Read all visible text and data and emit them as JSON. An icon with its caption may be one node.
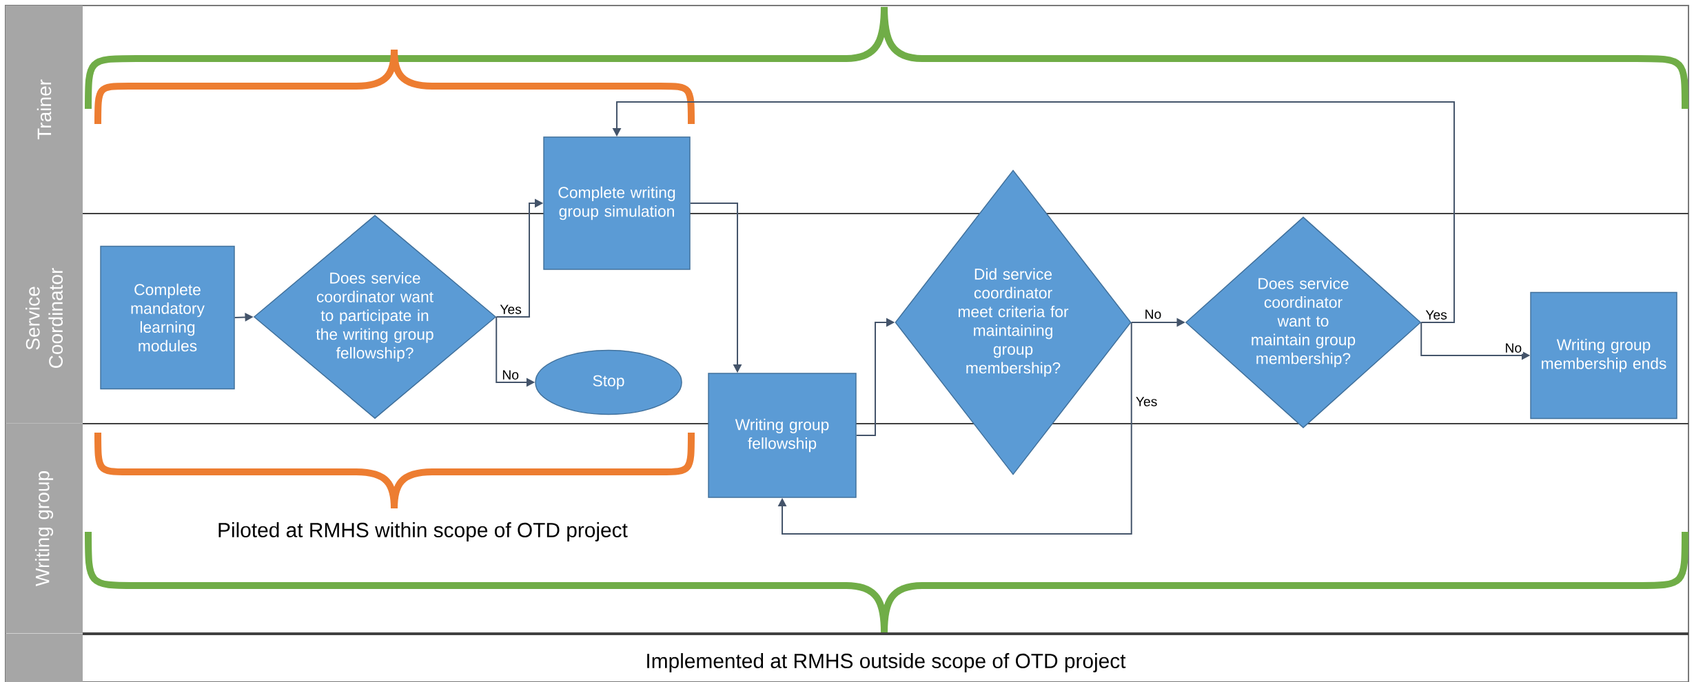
{
  "diagram": {
    "nodes": [
      {
        "text": [
          "Trainer"
        ]
      },
      {
        "text": [
          "Service Coordinator"
        ]
      },
      {
        "text": [
          "Writing group"
        ]
      },
      {
        "text": [],
        "shape": "box"
      },
      {
        "text": [
          "Complete mandatory learning modules"
        ]
      },
      {
        "text": [
          "Does service coordinator want to participate in the writing group fellowship?"
        ]
      },
      {
        "text": [
          "Complete writing group simulation"
        ]
      },
      {
        "text": [
          "Stop"
        ]
      },
      {
        "text": [
          "Writing group fellowship"
        ]
      },
      {
        "text": [
          "Did service coordinator meet criteria for maintaining group membership?"
        ]
      },
      {
        "text": [
          "Does service coordinator want to maintain group membership?"
        ]
      },
      {
        "text": [
          "Writing group membership ends"
        ]
      }
    ],
    "edges": [
      {
        "from": 4,
        "to": 5,
        "arrow": "to"
      },
      {
        "from": 5,
        "to": 6,
        "arrow": "to",
        "label": "Yes"
      },
      {
        "from": 5,
        "to": 7,
        "arrow": "to",
        "label": "No"
      },
      {
        "from": 6,
        "to": 8,
        "arrow": "to"
      },
      {
        "from": 8,
        "to": 9,
        "arrow": "to"
      },
      {
        "from": 9,
        "to": 10,
        "arrow": "to",
        "label": "No"
      },
      {
        "from": 9,
        "to": 8,
        "arrow": "to",
        "label": "Yes"
      },
      {
        "from": 10,
        "to": 6,
        "arrow": "to",
        "label": "Yes"
      },
      {
        "from": 10,
        "to": 11,
        "arrow": "to",
        "label": "No"
      }
    ],
    "labels": [
      "Piloted at RMHS within scope of OTD project",
      "Implemented at RMHS outside scope of OTD project"
    ]
  }
}
